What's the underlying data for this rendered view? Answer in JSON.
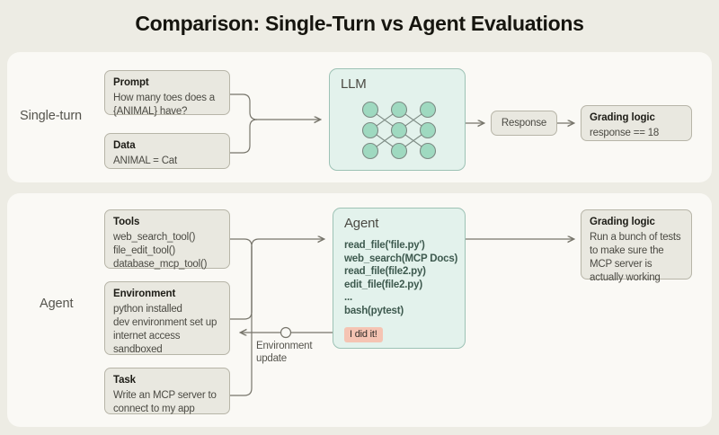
{
  "page": {
    "title": "Comparison: Single-Turn vs Agent Evaluations",
    "background_color": "#edece4",
    "panel_color": "#faf9f5",
    "box_color": "#e9e8e0",
    "accent_teal": "#e3f2ec",
    "accent_node_green": "#9fd9c0",
    "accent_badge_salmon": "#f5c4b3"
  },
  "single_turn": {
    "row_label": "Single-turn",
    "prompt_box": {
      "title": "Prompt",
      "lines": [
        "How many toes does a",
        "{ANIMAL} have?"
      ]
    },
    "data_box": {
      "title": "Data",
      "lines": [
        "ANIMAL = Cat"
      ]
    },
    "llm_box": {
      "title": "LLM",
      "network": {
        "rows": 3,
        "cols": 3,
        "node_count": 9
      }
    },
    "response_pill": {
      "label": "Response"
    },
    "grading_box": {
      "title": "Grading logic",
      "lines": [
        "response == 18"
      ]
    }
  },
  "agent": {
    "row_label": "Agent",
    "tools_box": {
      "title": "Tools",
      "lines": [
        "web_search_tool()",
        "file_edit_tool()",
        "database_mcp_tool()"
      ]
    },
    "environment_box": {
      "title": "Environment",
      "lines": [
        "python installed",
        "dev environment set up",
        "internet access",
        "sandboxed"
      ]
    },
    "task_box": {
      "title": "Task",
      "lines": [
        "Write an MCP server to",
        "connect to my app"
      ]
    },
    "agent_box": {
      "title": "Agent",
      "lines": [
        "read_file('file.py')",
        "web_search(MCP Docs)",
        "read_file(file2.py)",
        "edit_file(file2.py)",
        "...",
        "bash(pytest)"
      ],
      "badge": "I did it!"
    },
    "feedback_label": {
      "line1": "Environment",
      "line2": "update"
    },
    "grading_box": {
      "title": "Grading logic",
      "lines": [
        "Run a bunch of tests",
        "to make sure the",
        "MCP server is",
        "actually working"
      ]
    }
  }
}
